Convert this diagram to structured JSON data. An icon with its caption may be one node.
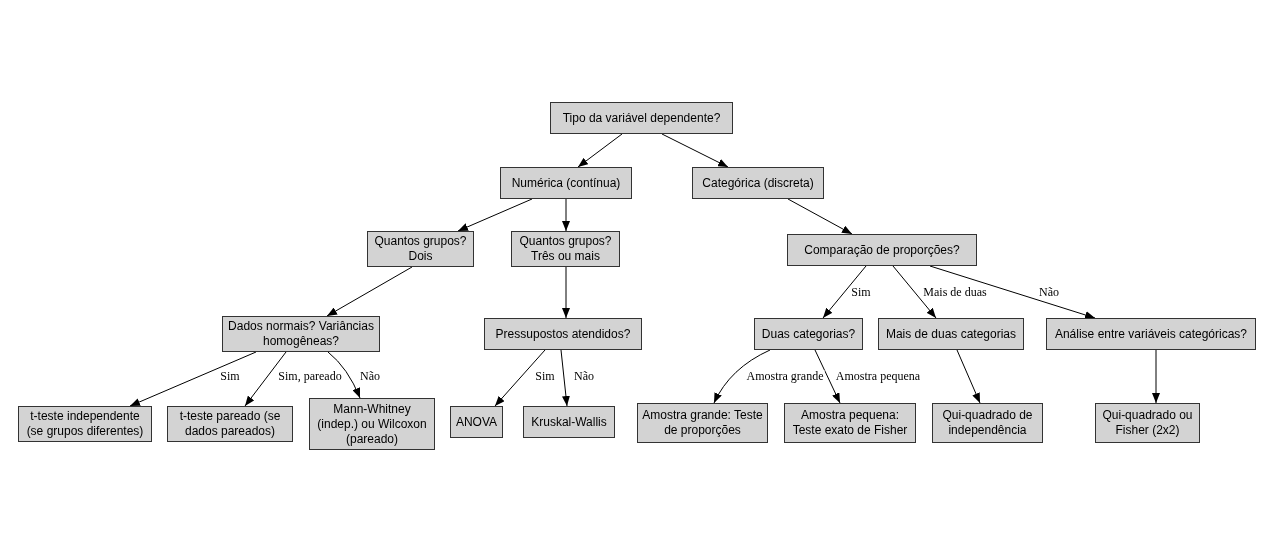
{
  "diagram": {
    "nodes": [
      {
        "text": [
          "Tipo da variável dependente?"
        ]
      },
      {
        "text": [
          "Numérica (contínua)"
        ]
      },
      {
        "text": [
          "Categórica (discreta)"
        ]
      },
      {
        "text": [
          "Quantos grupos? Dois"
        ]
      },
      {
        "text": [
          "Quantos grupos? Três ou mais"
        ]
      },
      {
        "text": [
          "Comparação de proporções?"
        ]
      },
      {
        "text": [
          "Dados normais? Variâncias homogêneas?"
        ]
      },
      {
        "text": [
          "Pressupostos atendidos?"
        ]
      },
      {
        "text": [
          "Duas categorias?"
        ]
      },
      {
        "text": [
          "Mais de duas categorias"
        ]
      },
      {
        "text": [
          "Análise entre variáveis categóricas?"
        ]
      },
      {
        "text": [
          "t-teste independente (se grupos diferentes)"
        ]
      },
      {
        "text": [
          "t-teste pareado (se dados pareados)"
        ]
      },
      {
        "text": [
          "Mann-Whitney (indep.) ou Wilcoxon (pareado)"
        ]
      },
      {
        "text": [
          "ANOVA"
        ]
      },
      {
        "text": [
          "Kruskal-Wallis"
        ]
      },
      {
        "text": [
          "Amostra grande: Teste de proporções"
        ]
      },
      {
        "text": [
          "Amostra pequena: Teste exato de Fisher"
        ]
      },
      {
        "text": [
          "Qui-quadrado de independência"
        ]
      },
      {
        "text": [
          "Qui-quadrado ou Fisher (2x2)"
        ]
      }
    ],
    "edges": [
      {
        "from": 0,
        "to": 1,
        "arrow": "to"
      },
      {
        "from": 0,
        "to": 2,
        "arrow": "to"
      },
      {
        "from": 1,
        "to": 3,
        "arrow": "to"
      },
      {
        "from": 1,
        "to": 4,
        "arrow": "to"
      },
      {
        "from": 2,
        "to": 5,
        "arrow": "to"
      },
      {
        "from": 3,
        "to": 6,
        "arrow": "to"
      },
      {
        "from": 4,
        "to": 7,
        "arrow": "to"
      },
      {
        "from": 6,
        "to": 11,
        "label": "Sim",
        "arrow": "to"
      },
      {
        "from": 6,
        "to": 12,
        "label": "Sim, pareado",
        "arrow": "to"
      },
      {
        "from": 6,
        "to": 13,
        "label": "Não",
        "arrow": "to"
      },
      {
        "from": 7,
        "to": 14,
        "label": "Sim",
        "arrow": "to"
      },
      {
        "from": 7,
        "to": 15,
        "label": "Não",
        "arrow": "to"
      },
      {
        "from": 5,
        "to": 8,
        "label": "Sim",
        "arrow": "to"
      },
      {
        "from": 5,
        "to": 9,
        "label": "Mais de duas",
        "arrow": "to"
      },
      {
        "from": 5,
        "to": 10,
        "label": "Não",
        "arrow": "to"
      },
      {
        "from": 8,
        "to": 16,
        "label": "Amostra grande",
        "arrow": "to"
      },
      {
        "from": 8,
        "to": 17,
        "label": "Amostra pequena",
        "arrow": "to"
      },
      {
        "from": 9,
        "to": 18,
        "arrow": "to"
      },
      {
        "from": 10,
        "to": 19,
        "arrow": "to"
      }
    ]
  }
}
